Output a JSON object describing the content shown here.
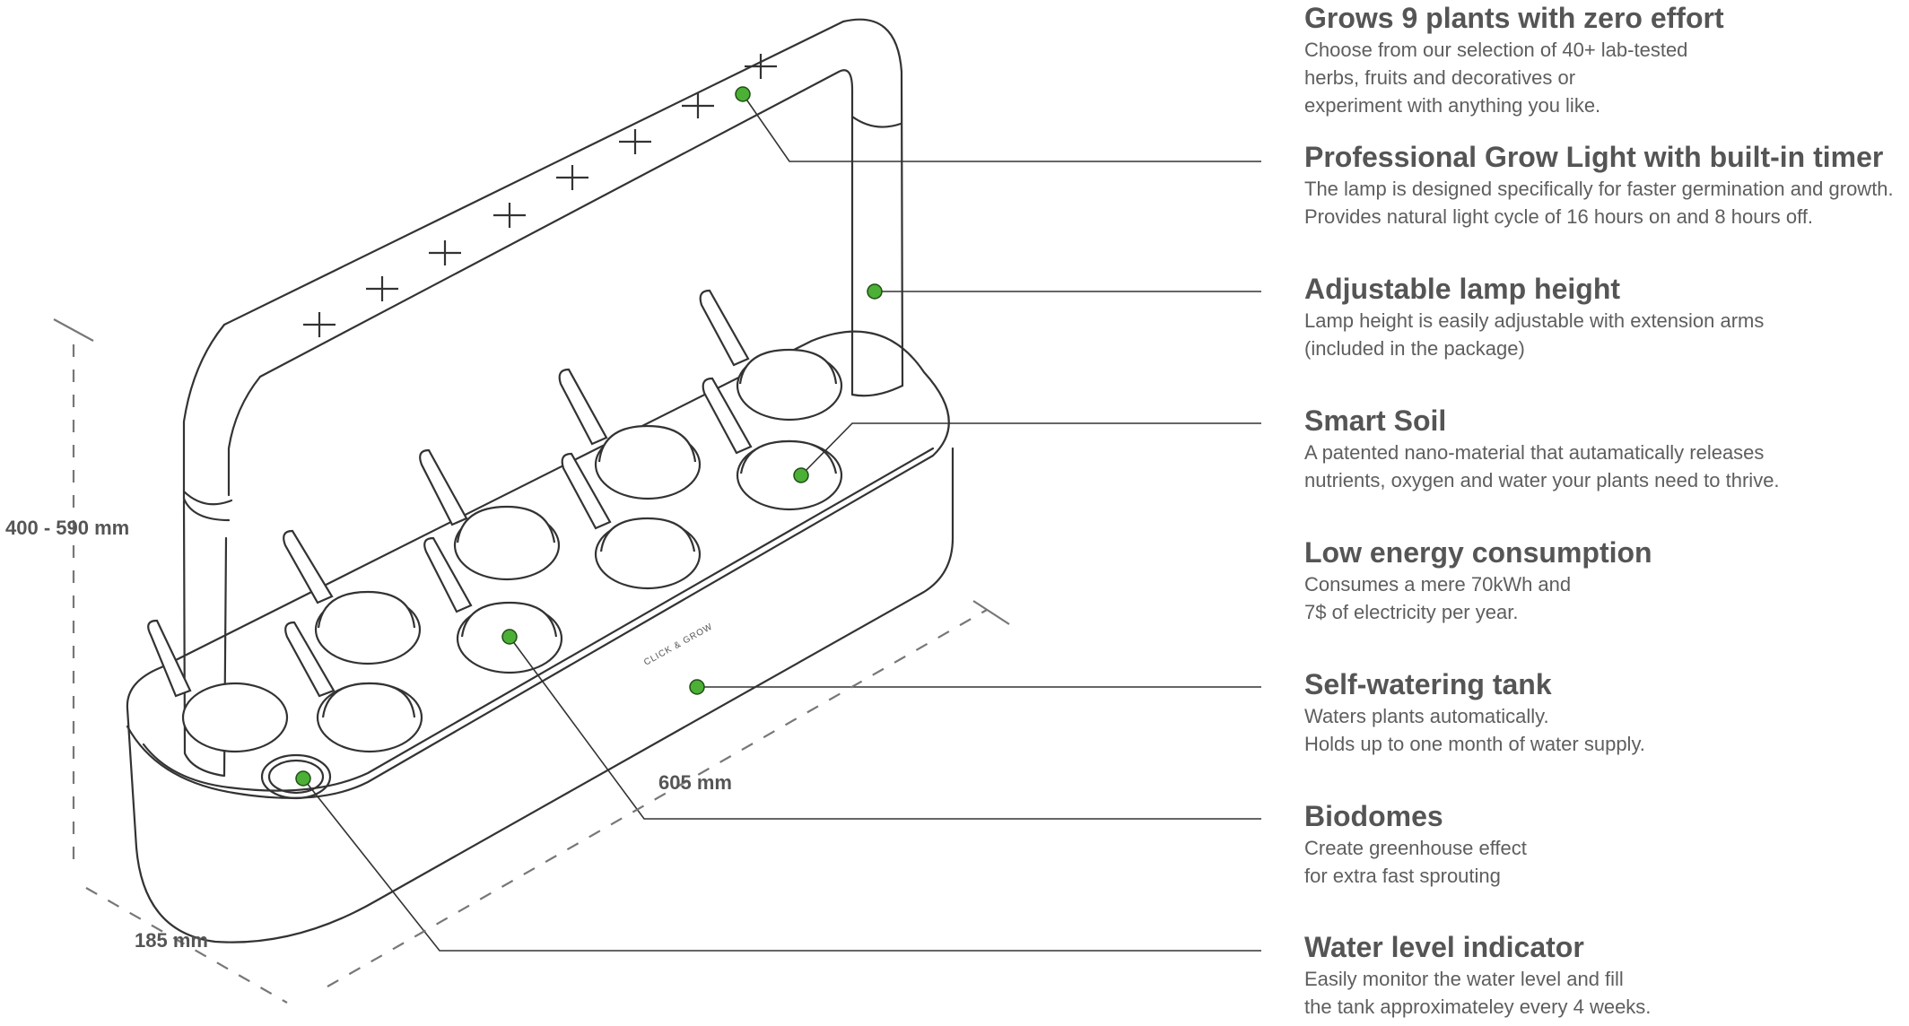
{
  "product_label": "CLICK & GROW",
  "dimensions": {
    "height": "400 - 590 mm",
    "length": "605 mm",
    "depth": "185 mm"
  },
  "colors": {
    "dot": "#4caf36",
    "line": "#333333",
    "dashed": "#777777",
    "heading": "#555555",
    "body": "#5e5e5e"
  },
  "features": [
    {
      "title": "Grows 9 plants with zero effort",
      "lines": [
        "Choose from our selection of 40+ lab-tested",
        "herbs, fruits and decoratives or",
        "experiment with anything you like."
      ]
    },
    {
      "title": "Professional Grow Light with built-in timer",
      "lines": [
        "The lamp is designed specifically for faster germination and growth.",
        "Provides natural light cycle of 16 hours on and 8 hours off."
      ]
    },
    {
      "title": "Adjustable lamp height",
      "lines": [
        "Lamp height is easily adjustable with extension arms",
        "(included in the package)"
      ]
    },
    {
      "title": "Smart Soil",
      "lines": [
        "A patented nano-material that autamatically releases",
        "nutrients, oxygen and water your plants need to thrive."
      ]
    },
    {
      "title": "Low energy consumption",
      "lines": [
        "Consumes a mere 70kWh and",
        "7$ of electricity per year."
      ]
    },
    {
      "title": "Self-watering tank",
      "lines": [
        "Waters plants automatically.",
        "Holds up to one month of water supply."
      ]
    },
    {
      "title": "Biodomes",
      "lines": [
        "Create greenhouse effect",
        "for extra fast sprouting"
      ]
    },
    {
      "title": "Water level indicator",
      "lines": [
        "Easily monitor the water level and fill",
        "the tank approximateley every 4 weeks."
      ]
    }
  ]
}
